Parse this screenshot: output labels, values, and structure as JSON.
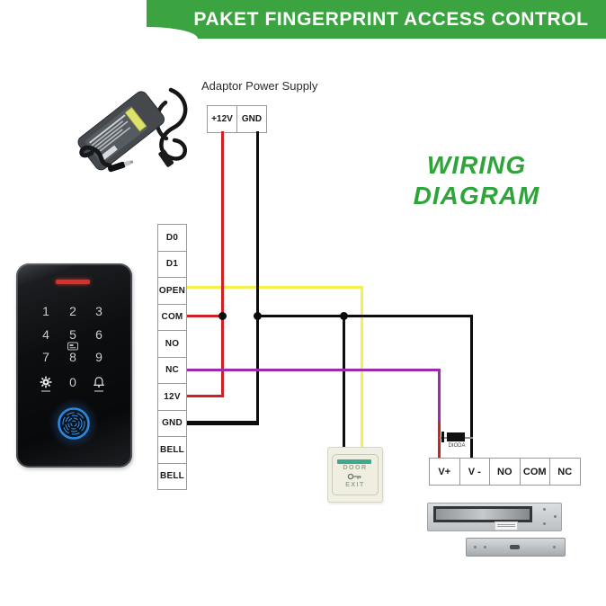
{
  "banner": {
    "title": "PAKET FINGERPRINT ACCESS CONTROL"
  },
  "heading": {
    "line1": "WIRING",
    "line2": "DIAGRAM"
  },
  "adaptor": {
    "label": "Adaptor Power Supply",
    "terminals": [
      "+12V",
      "GND"
    ]
  },
  "controller": {
    "terminals": [
      "D0",
      "D1",
      "OPEN",
      "COM",
      "NO",
      "NC",
      "12V",
      "GND",
      "BELL",
      "BELL"
    ]
  },
  "keypad": {
    "digits": [
      [
        "1",
        "2",
        "3"
      ],
      [
        "4",
        "5",
        "6"
      ],
      [
        "7",
        "8",
        "9"
      ]
    ],
    "zero": "0"
  },
  "exit_button": {
    "line1": "DOOR",
    "line2": "EXIT"
  },
  "diode": {
    "label": "DIODA"
  },
  "maglock": {
    "terminals": [
      "V+",
      "V -",
      "NO",
      "COM",
      "NC"
    ]
  },
  "icons": {
    "gear": "⚙",
    "bell": "🔔",
    "rfid-card": "▭",
    "key": "⚿",
    "fingerprint": "◉"
  },
  "colors": {
    "banner-green": "#3BA440",
    "heading-green": "#2FA43B",
    "wire-red": "#CC2127",
    "wire-black": "#0D0D0D",
    "wire-yellow": "#F6F04A",
    "wire-purple": "#9E28AE",
    "exit-green": "#3FA98F",
    "led-red": "#D6312B",
    "fp-blue": "#2E86D8"
  }
}
